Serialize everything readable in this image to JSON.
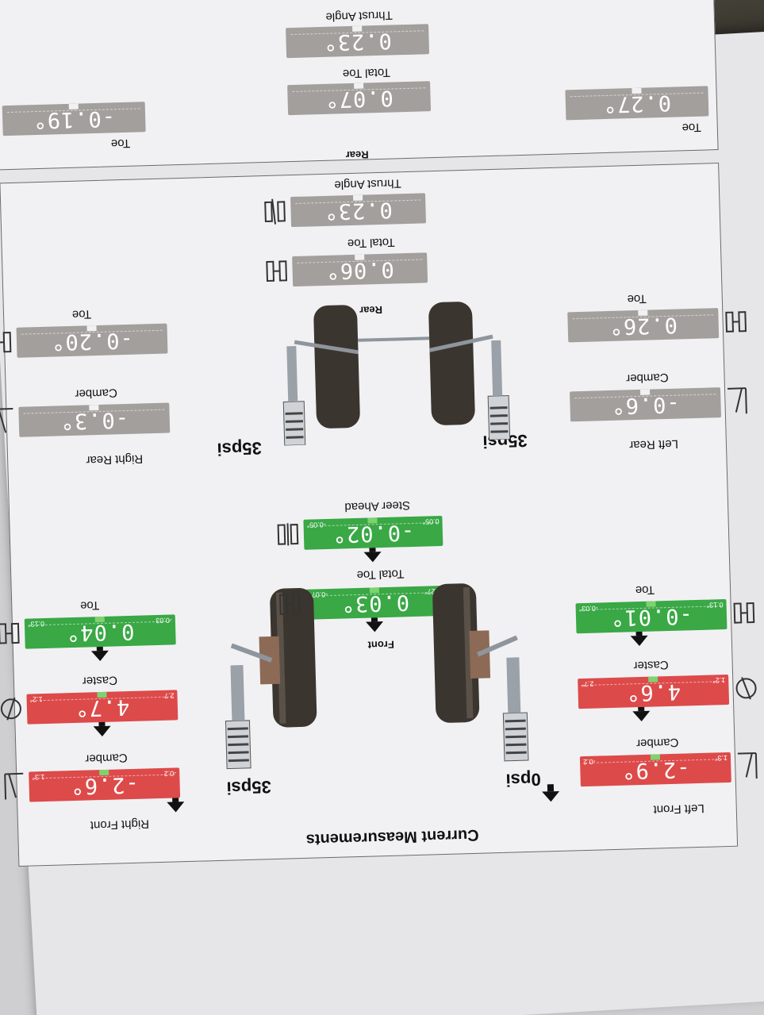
{
  "title": "Current Measurements",
  "front": {
    "section_label": "Front",
    "right_front": {
      "label": "Right Front",
      "pressure": "35psi",
      "camber": {
        "label": "Camber",
        "value": "-2.6°",
        "min": "-0.2",
        "max": "1.3°",
        "status": "red"
      },
      "caster": {
        "label": "Caster",
        "value": "4.7°",
        "min": "2.7",
        "max": "1.2°",
        "status": "red"
      },
      "toe": {
        "label": "Toe",
        "value": "0.04°",
        "min": "-0.03",
        "max": "0.13°",
        "status": "green"
      }
    },
    "left_front": {
      "label": "Left Front",
      "pressure": "0psi",
      "camber": {
        "label": "Camber",
        "value": "-2.9°",
        "min": "1.3°",
        "max": "-0.2",
        "status": "red"
      },
      "caster": {
        "label": "Caster",
        "value": "4.6°",
        "min": "1.2°",
        "max": "2.7°",
        "status": "red"
      },
      "toe": {
        "label": "Toe",
        "value": "-0.01°",
        "min": "0.13°",
        "max": "-0.03°",
        "status": "green"
      }
    },
    "total_toe": {
      "label": "Total Toe",
      "value": "0.03°",
      "min": "0.27°",
      "max": "-0.07°",
      "status": "green"
    },
    "steer_ahead": {
      "label": "Steer Ahead",
      "value": "-0.02°",
      "min": "0.05°",
      "max": "-0.05°",
      "status": "green"
    }
  },
  "rear": {
    "section_label": "Rear",
    "right_rear": {
      "label": "Right Rear",
      "pressure": "35psi",
      "camber": {
        "label": "Camber",
        "value": "-0.3°",
        "status": "gray"
      },
      "toe": {
        "label": "Toe",
        "value": "-0.20°",
        "status": "gray"
      }
    },
    "left_rear": {
      "label": "Left Rear",
      "pressure": "35psi",
      "camber": {
        "label": "Camber",
        "value": "-0.6°",
        "status": "gray"
      },
      "toe": {
        "label": "Toe",
        "value": "0.26°",
        "status": "gray"
      }
    },
    "total_toe": {
      "label": "Total Toe",
      "value": "0.06°",
      "status": "gray"
    },
    "thrust_angle": {
      "label": "Thrust Angle",
      "value": "0.23°",
      "status": "gray"
    }
  },
  "previous_panel": {
    "section_label": "Rear",
    "thrust_angle": {
      "label": "Thrust Angle",
      "value": "0.23°"
    },
    "total_toe": {
      "label": "Total Toe",
      "value": "0.07°"
    },
    "left_toe": {
      "label": "Toe",
      "value": "0.27°"
    },
    "right_toe": {
      "label": "Toe",
      "value": "-0.19°"
    }
  },
  "colors": {
    "red": "#dd4a4a",
    "green": "#39a845",
    "gray": "#a39f9c"
  }
}
